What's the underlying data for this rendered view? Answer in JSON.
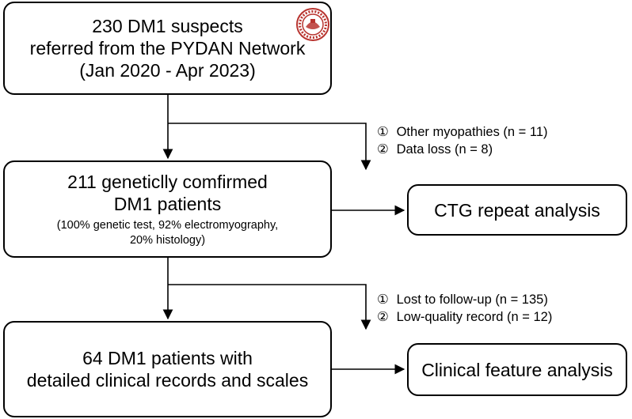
{
  "boxes": {
    "referral": {
      "lines": [
        "230 DM1 suspects",
        "referred from the PYDAN Network",
        "(Jan 2020 - Apr 2023)"
      ]
    },
    "confirmed": {
      "lines": [
        "211 geneticlly comfirmed",
        "DM1 patients"
      ],
      "detail": [
        "(100% genetic test, 92% electromyography,",
        "20% histology)"
      ]
    },
    "detailed": {
      "lines": [
        "64 DM1 patients with",
        "detailed clinical records and scales"
      ]
    },
    "ctg": {
      "label": "CTG repeat analysis"
    },
    "clinical": {
      "label": "Clinical feature analysis"
    }
  },
  "exclusions": {
    "first": [
      {
        "marker": "①",
        "text": "Other myopathies (n = 11)"
      },
      {
        "marker": "②",
        "text": "Data loss (n = 8)"
      }
    ],
    "second": [
      {
        "marker": "①",
        "text": "Lost to follow-up (n = 135)"
      },
      {
        "marker": "②",
        "text": "Low-quality record (n = 12)"
      }
    ]
  },
  "colors": {
    "stroke": "#000000",
    "logo": "#b8342f"
  },
  "icons": {
    "logo": "institution-seal-icon"
  }
}
